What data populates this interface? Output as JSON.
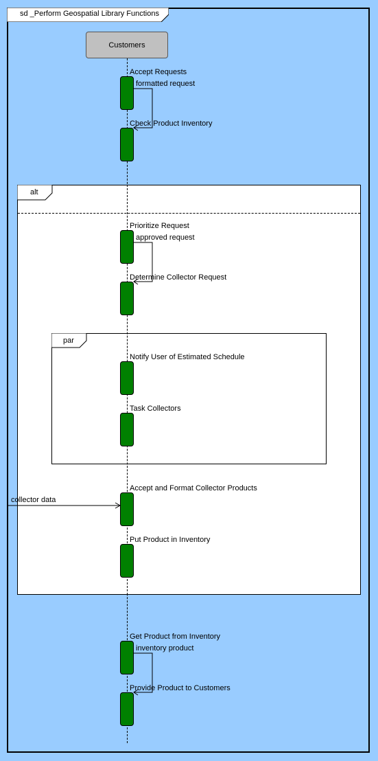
{
  "diagram": {
    "title": "sd _Perform Geospatial Library Functions",
    "lifeline": "Customers",
    "alt_label": "alt",
    "par_label": "par",
    "messages": [
      "Accept Requests",
      "formatted request",
      "Check Product Inventory",
      "Prioritize Request",
      "approved request",
      "Determine Collector Request",
      "Notify User of Estimated Schedule",
      "Task Collectors",
      "collector data",
      "Accept and Format Collector Products",
      "Put Product in Inventory",
      "Get Product from Inventory",
      "inventory product",
      "Provide Product to Customers"
    ]
  },
  "colors": {
    "background": "#99ccff",
    "activation": "#008000",
    "lifeline_head": "#c0c0c0",
    "fragment": "#ffffff"
  }
}
